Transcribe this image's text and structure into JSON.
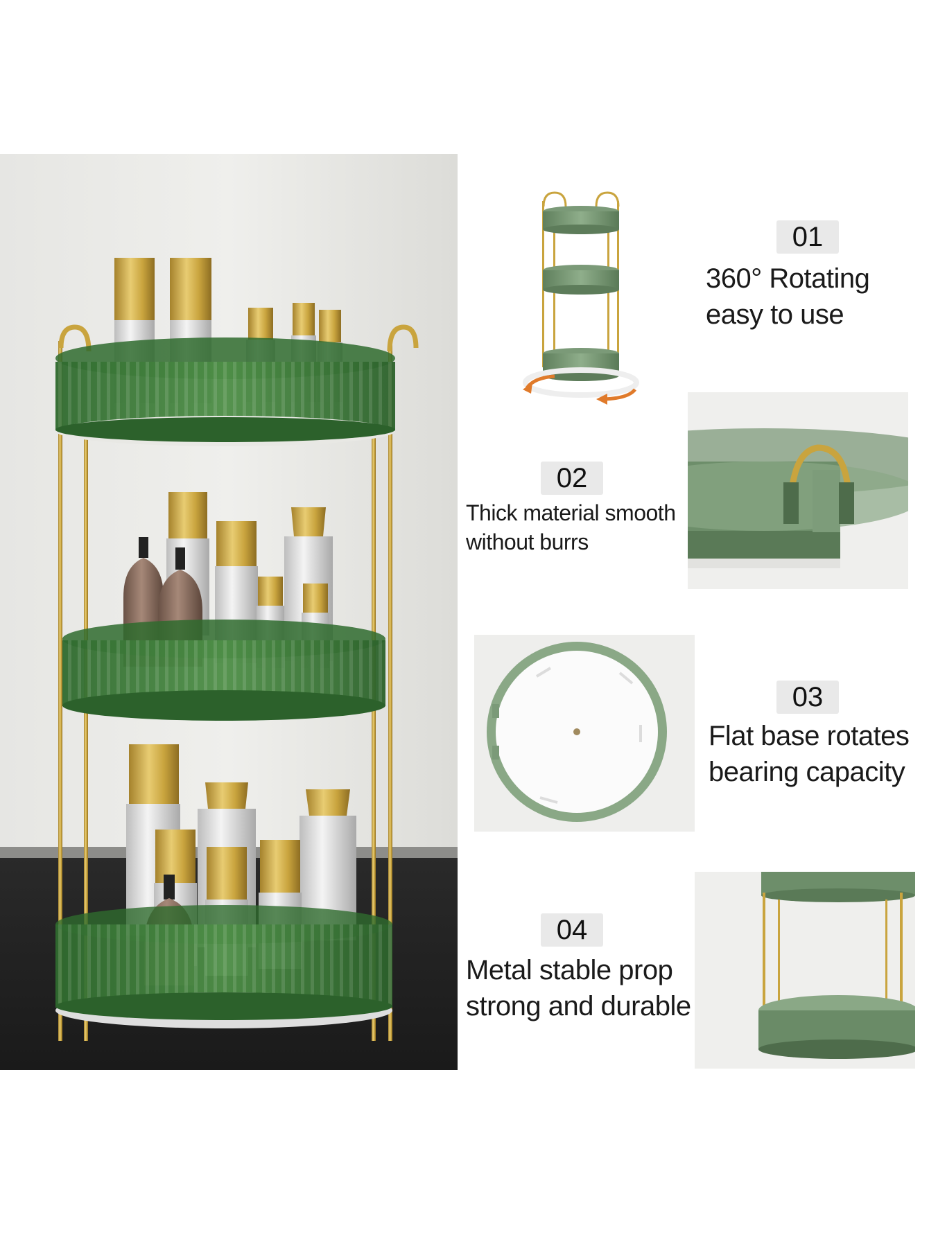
{
  "features": [
    {
      "num": "01",
      "line1": "360° Rotating",
      "line2": "easy to use"
    },
    {
      "num": "02",
      "line1": "Thick material smooth",
      "line2": "without burrs"
    },
    {
      "num": "03",
      "line1": "Flat base rotates",
      "line2": "bearing capacity"
    },
    {
      "num": "04",
      "line1": "Metal stable prop",
      "line2": "strong and durable"
    }
  ],
  "colors": {
    "shelf_green": "#3f7a3a",
    "shelf_green_dark": "#2e5e2c",
    "sage_green": "#7b9a78",
    "gold": "#c9a43e",
    "badge_bg": "#e9e9e9"
  },
  "icons": {
    "rotation": "rotation-arrows-icon"
  }
}
